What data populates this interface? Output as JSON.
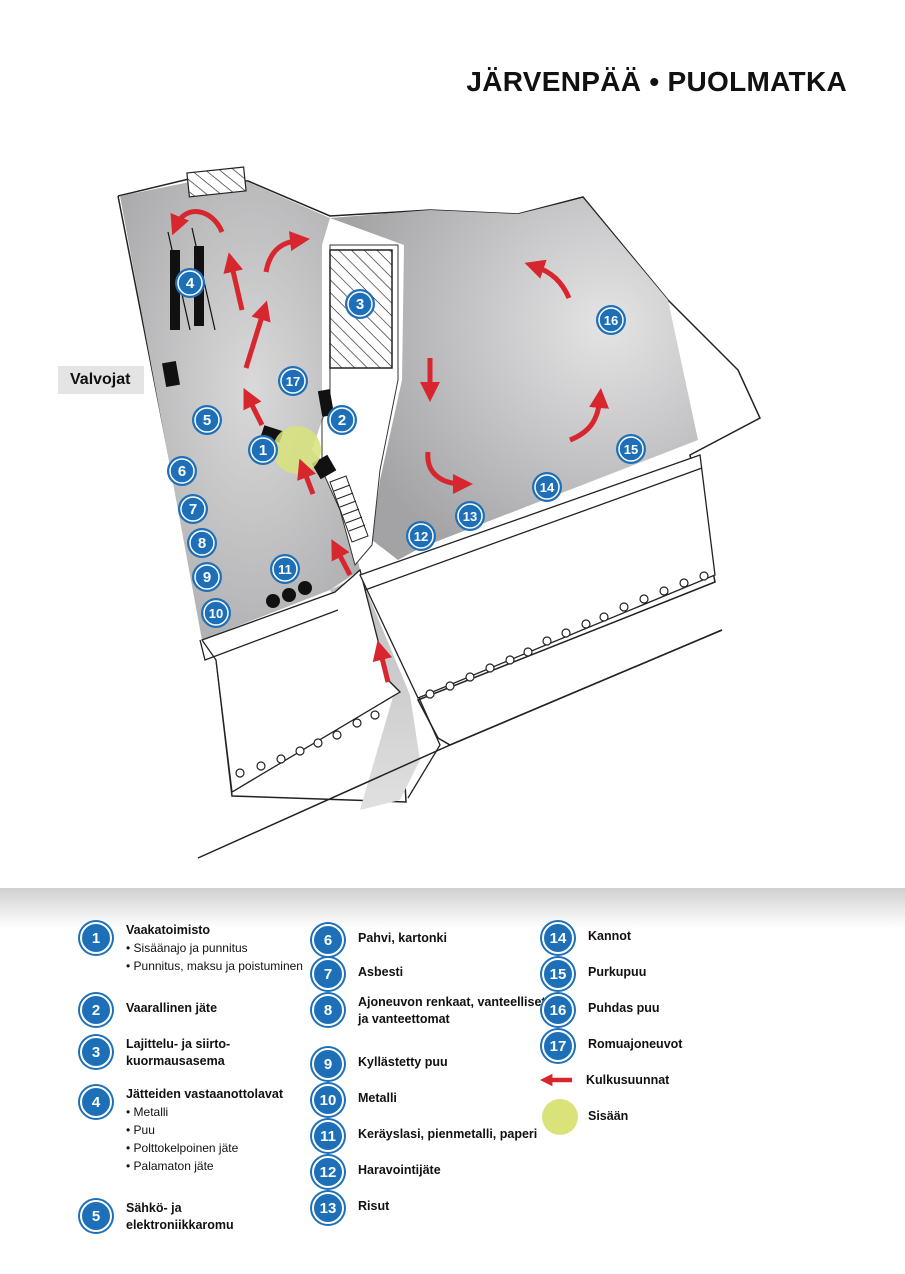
{
  "title": "JÄRVENPÄÄ • PUOLMATKA",
  "valvojat_label": "Valvojat",
  "colors": {
    "badge": "#1d6fb8",
    "arrow": "#d7262d",
    "entry": "#d9e37a",
    "area_gray": "#a8a8aa"
  },
  "map_markers": [
    "1",
    "2",
    "3",
    "4",
    "5",
    "6",
    "7",
    "8",
    "9",
    "10",
    "11",
    "12",
    "13",
    "14",
    "15",
    "16",
    "17"
  ],
  "legend": {
    "col1": [
      {
        "num": "1",
        "label": "Vaakatoimisto",
        "subs": [
          "• Sisäänajo ja punnitus",
          "• Punnitus, maksu ja poistuminen"
        ]
      },
      {
        "num": "2",
        "label": "Vaarallinen jäte",
        "subs": []
      },
      {
        "num": "3",
        "label": "Lajittelu- ja siirto-",
        "label2": "kuormausasema",
        "subs": []
      },
      {
        "num": "4",
        "label": "Jätteiden vastaanottolavat",
        "subs": [
          "• Metalli",
          "• Puu",
          "• Polttokelpoinen jäte",
          "• Palamaton jäte"
        ]
      },
      {
        "num": "5",
        "label": "Sähkö- ja",
        "label2": "elektroniikkaromu",
        "subs": []
      }
    ],
    "col2": [
      {
        "num": "6",
        "label": "Pahvi, kartonki"
      },
      {
        "num": "7",
        "label": "Asbesti"
      },
      {
        "num": "8",
        "label": "Ajoneuvon renkaat, vanteelliset",
        "label2": "ja vanteettomat"
      },
      {
        "num": "9",
        "label": "Kyllästetty puu"
      },
      {
        "num": "10",
        "label": "Metalli"
      },
      {
        "num": "11",
        "label": "Keräyslasi, pienmetalli, paperi"
      },
      {
        "num": "12",
        "label": "Haravointijäte"
      },
      {
        "num": "13",
        "label": "Risut"
      }
    ],
    "col3": [
      {
        "num": "14",
        "label": "Kannot"
      },
      {
        "num": "15",
        "label": "Purkupuu"
      },
      {
        "num": "16",
        "label": "Puhdas puu"
      },
      {
        "num": "17",
        "label": "Romuajoneuvot"
      }
    ],
    "arrow_label": "Kulkusuunnat",
    "entry_label": "Sisään",
    "arrow_icon": "red-arrow-icon",
    "entry_icon": "yellow-circle-icon"
  }
}
